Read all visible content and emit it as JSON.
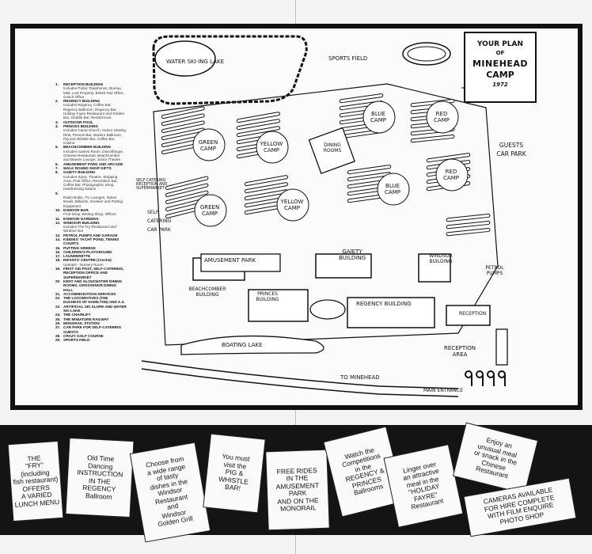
{
  "title": {
    "line1": "YOUR PLAN",
    "line2": "OF",
    "line3": "MINEHEAD",
    "line4": "CAMP",
    "year": "1972"
  },
  "legend": [
    {
      "num": "1.",
      "text": "RECEPTION BUILDING",
      "sub": "Includes Public Telephones, Bureau Mail, Lost Property, British Rail Office, Coach Office"
    },
    {
      "num": "2.",
      "text": "REGENCY BUILDING",
      "sub": "Includes Regency Coffee Bar, Regency Ballroom, Regency Bar, Holiday Fayre Restaurant and Golden Bar, Griddle Bar, Rendezvous"
    },
    {
      "num": "3.",
      "text": "OUTDOOR POOL",
      "sub": ""
    },
    {
      "num": "4.",
      "text": "PRINCES BUILDING",
      "sub": "Includes Camp Church, Indoor Skating Rink, Princes Bar, Modern Ballroom, Pig and Whistle Bar, Coffee Bar, Casino"
    },
    {
      "num": "5.",
      "text": "BEACHCOMBER BUILDING",
      "sub": "Includes Games Room, Discotheque, Chinese Restaurant, Beachcomber and Beaver Lounge, Junior Theatre"
    },
    {
      "num": "6.",
      "text": "AMUSEMENT PARK AND ARCADE",
      "sub": ""
    },
    {
      "num": "7.",
      "text": "WALK ROUND SHOP GIFTS",
      "sub": ""
    },
    {
      "num": "8.",
      "text": "GAIETY BUILDING",
      "sub": "Includes Sport, Theatre, Stripping Area, Post Office, Recreation Bar, Coffee Bar, Photographic Shop, Hairdressing Salons"
    },
    {
      "num": "9.",
      "text": "",
      "sub": "Radio Butlin, TV Lounges, Indoor Bowls, Billiards, Snooker and Putting Equipment"
    },
    {
      "num": "10.",
      "text": "EXMOOR BAR",
      "sub": "Fruit Shop, Betting Shop, Offices"
    },
    {
      "num": "11.",
      "text": "EXMOOR GARDENS",
      "sub": ""
    },
    {
      "num": "12.",
      "text": "WINDSOR BUILDING",
      "sub": "Includes The Fry Restaurant and Windsor Bar"
    },
    {
      "num": "13.",
      "text": "PETROL PUMPS AND GARAGE",
      "sub": ""
    },
    {
      "num": "14.",
      "text": "KIDDIES' YACHT POND, TENNIS COURTS",
      "sub": ""
    },
    {
      "num": "15.",
      "text": "PUTTING GREENS",
      "sub": ""
    },
    {
      "num": "16.",
      "text": "CHILDREN'S PLAYGROUND",
      "sub": ""
    },
    {
      "num": "17.",
      "text": "LAUNDERETTE",
      "sub": ""
    },
    {
      "num": "18.",
      "text": "INFANTS' CENTRE (Creche)",
      "sub": "Upstairs - Nursery Room"
    },
    {
      "num": "19.",
      "text": "FIRST AID POST, SELF-CATERING, RECEPTION OFFICE AND SUPERMARKET",
      "sub": ""
    },
    {
      "num": "20.",
      "text": "KENT AND GLOUCESTER DINING ROOMS, GROSVENOR DINING HALL",
      "sub": ""
    },
    {
      "num": "21.",
      "text": "ACCOMMODATION SERVICES",
      "sub": ""
    },
    {
      "num": "22.",
      "text": "THE LOCOMOTIVES (THE DUCHESS OF HAMILTON) AND A.S.",
      "sub": ""
    },
    {
      "num": "23.",
      "text": "ARTIFICIAL SKI SLOPE AND WATER SKI LAKE",
      "sub": ""
    },
    {
      "num": "24.",
      "text": "THE CHAIRLIFT",
      "sub": ""
    },
    {
      "num": "25.",
      "text": "THE MINIATURE RAILWAY",
      "sub": ""
    },
    {
      "num": "26.",
      "text": "MONORAIL STATION",
      "sub": ""
    },
    {
      "num": "27.",
      "text": "CAR PARK FOR SELF-CATERING GUESTS",
      "sub": ""
    },
    {
      "num": "28.",
      "text": "CRAZY GOLF COURSE",
      "sub": ""
    },
    {
      "num": "29.",
      "text": "SPORTS FIELD",
      "sub": ""
    }
  ],
  "map_labels": {
    "water_ski_lake": "WATER SKI-ING LAKE",
    "sports_field": "SPORTS FIELD",
    "green_camp_1": "GREEN CAMP",
    "yellow_camp_1": "YELLOW CAMP",
    "blue_camp_1": "BLUE CAMP",
    "red_camp_1": "RED CAMP",
    "red_camp_2": "RED CAMP",
    "blue_camp_2": "BLUE CAMP",
    "yellow_camp_2": "YELLOW CAMP",
    "green_camp_2": "GREEN CAMP",
    "dining_rooms": "DINING ROOMS",
    "guests_car_park": "GUESTS CAR PARK",
    "self_catering": "SELF CATERING RECEPTION AND SUPERMARKET",
    "self_catering_car_park": "SELF CATERING CAR PARK",
    "amusement_park": "AMUSEMENT PARK",
    "gaiety_building": "GAIETY BUILDING",
    "windsor_building": "WINDSOR BUILDING",
    "petrol_pumps": "PETROL PUMPS",
    "beachcomber": "BEACHCOMBER BUILDING",
    "princes": "PRINCES BUILDING",
    "regency": "REGENCY BUILDING",
    "reception": "RECEPTION",
    "reception_area": "RECEPTION AREA",
    "boating_lake": "BOATING LAKE",
    "to_minehead": "TO MINEHEAD",
    "main_entrance": "MAIN ENTRANCE"
  },
  "cards": [
    {
      "text": "THE\n\"FRY\"\n(including\nfish restaurant)\nOFFERS\nA VARIED\nLUNCH MENU"
    },
    {
      "text": "Old Time\nDancing\nINSTRUCTION\nIN THE\nREGENCY\nBallroom"
    },
    {
      "text": "Choose from\na wide range\nof tasty\ndishes in the\nWindsor\nRestaurant\nand\nWindsor\nGolden Grill"
    },
    {
      "text": "You must\nvisit the\nPIG &\nWHISTLE\nBAR!"
    },
    {
      "text": "FREE RIDES\nIN THE\nAMUSEMENT\nPARK\nAND ON THE\nMONORAIL"
    },
    {
      "text": "Watch the\nCompetitions\nin the\nREGENCY &\nPRINCES\nBallrooms"
    },
    {
      "text": "Linger over\nan attractive\nmeal in the\n\"HOLIDAY\nFAYRE\"\nRestaurant"
    },
    {
      "text": "Enjoy an\nunusual meal\nor snack in the\nChinese\nRestaurant"
    },
    {
      "text": "CAMERAS AVAILABLE\nFOR HIRE COMPLETE\nWITH FILM ENQUIRE\nPHOTO SHOP"
    }
  ]
}
